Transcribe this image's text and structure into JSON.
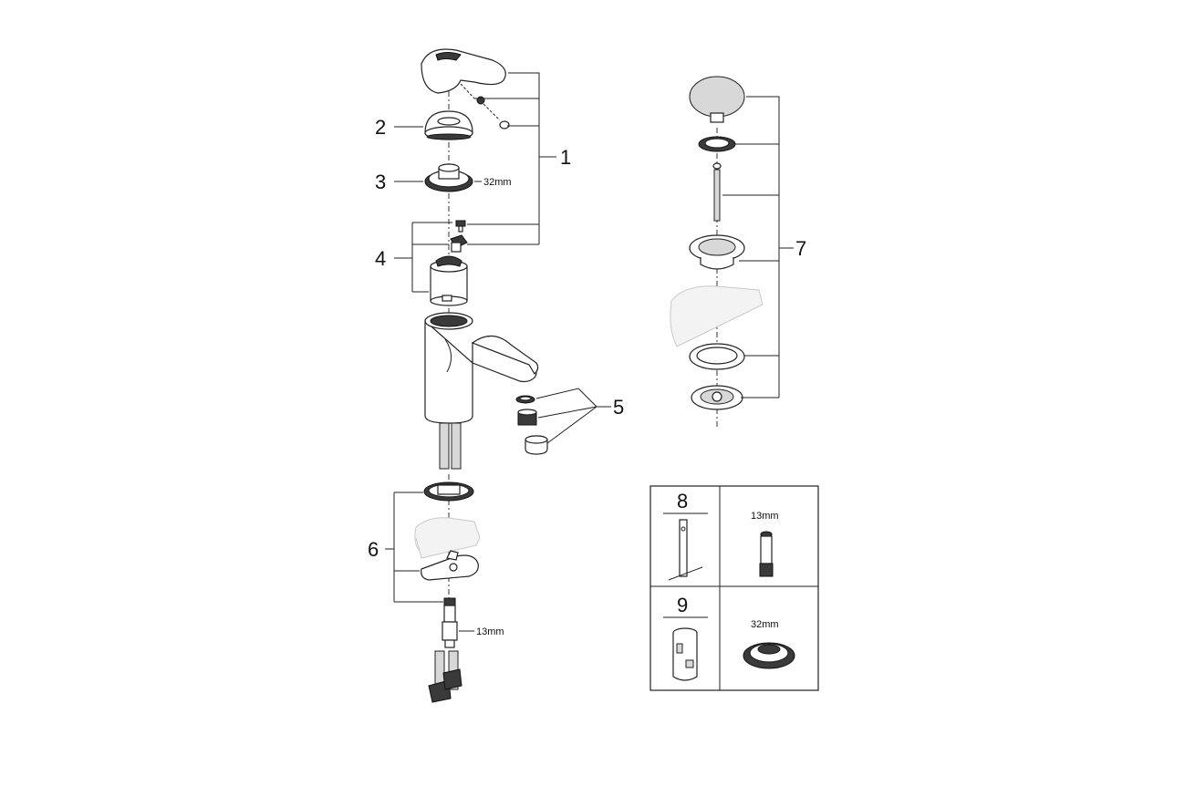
{
  "callouts": {
    "c1": "1",
    "c2": "2",
    "c3": "3",
    "c4": "4",
    "c5": "5",
    "c6": "6",
    "c7": "7",
    "c8": "8",
    "c9": "9"
  },
  "dimensions": {
    "nut_32mm": "32mm",
    "hose_13mm": "13mm",
    "tool_13mm": "13mm",
    "tool_32mm": "32mm"
  }
}
